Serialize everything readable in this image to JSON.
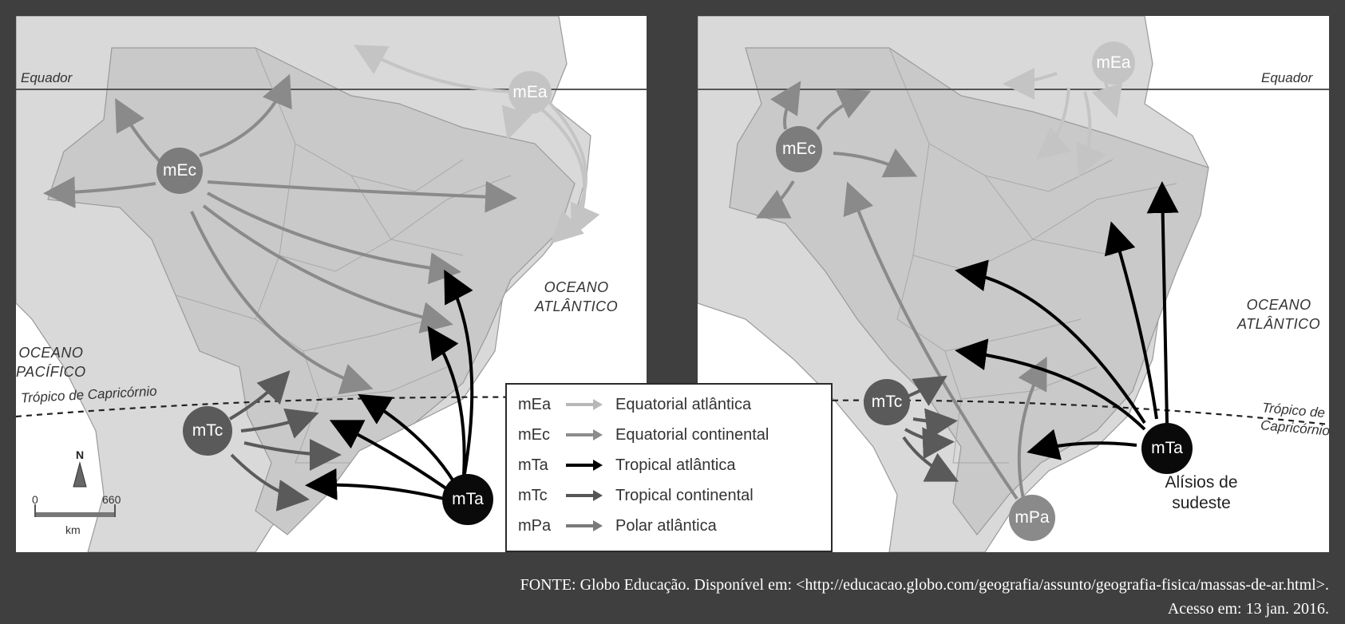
{
  "map_left": {
    "equator_label": "Equador",
    "tropic_label": "Trópico de Capricórnio",
    "atlantic_label": "OCEANO\nATLÂNTICO",
    "pacific_label": "OCEANO\nPACÍFICO",
    "masses": {
      "mEa": "mEa",
      "mEc": "mEc",
      "mTc": "mTc",
      "mTa": "mTa"
    },
    "scale": {
      "north": "N",
      "zero": "0",
      "max": "660",
      "unit": "km"
    }
  },
  "map_right": {
    "equator_label": "Equador",
    "tropic_label": "Trópico de\nCapricórnio",
    "atlantic_label": "OCEANO\nATLÂNTICO",
    "masses": {
      "mEa": "mEa",
      "mEc": "mEc",
      "mTc": "mTc",
      "mTa": "mTa",
      "mPa": "mPa"
    },
    "annotation": "Alísios de\nsudeste"
  },
  "legend": [
    {
      "code": "mEa",
      "label": "Equatorial atlântica",
      "color": "#b8b8b8"
    },
    {
      "code": "mEc",
      "label": "Equatorial continental",
      "color": "#8c8c8c"
    },
    {
      "code": "mTa",
      "label": "Tropical atlântica",
      "color": "#000000"
    },
    {
      "code": "mTc",
      "label": "Tropical continental",
      "color": "#555555"
    },
    {
      "code": "mPa",
      "label": "Polar atlântica",
      "color": "#7a7a7a"
    }
  ],
  "colors": {
    "mEa": "#c4c4c4",
    "mEc": "#7c7c7c",
    "mTa": "#0a0a0a",
    "mTc": "#5a5a5a",
    "mPa": "#8a8a8a",
    "land": "#d9d9d9",
    "background": "#3f3f3f"
  },
  "source": {
    "line1": "FONTE: Globo Educação. Disponível em: <http://educacao.globo.com/geografia/assunto/geografia-fisica/massas-de-ar.html>.",
    "line2": "Acesso em: 13 jan. 2016."
  }
}
